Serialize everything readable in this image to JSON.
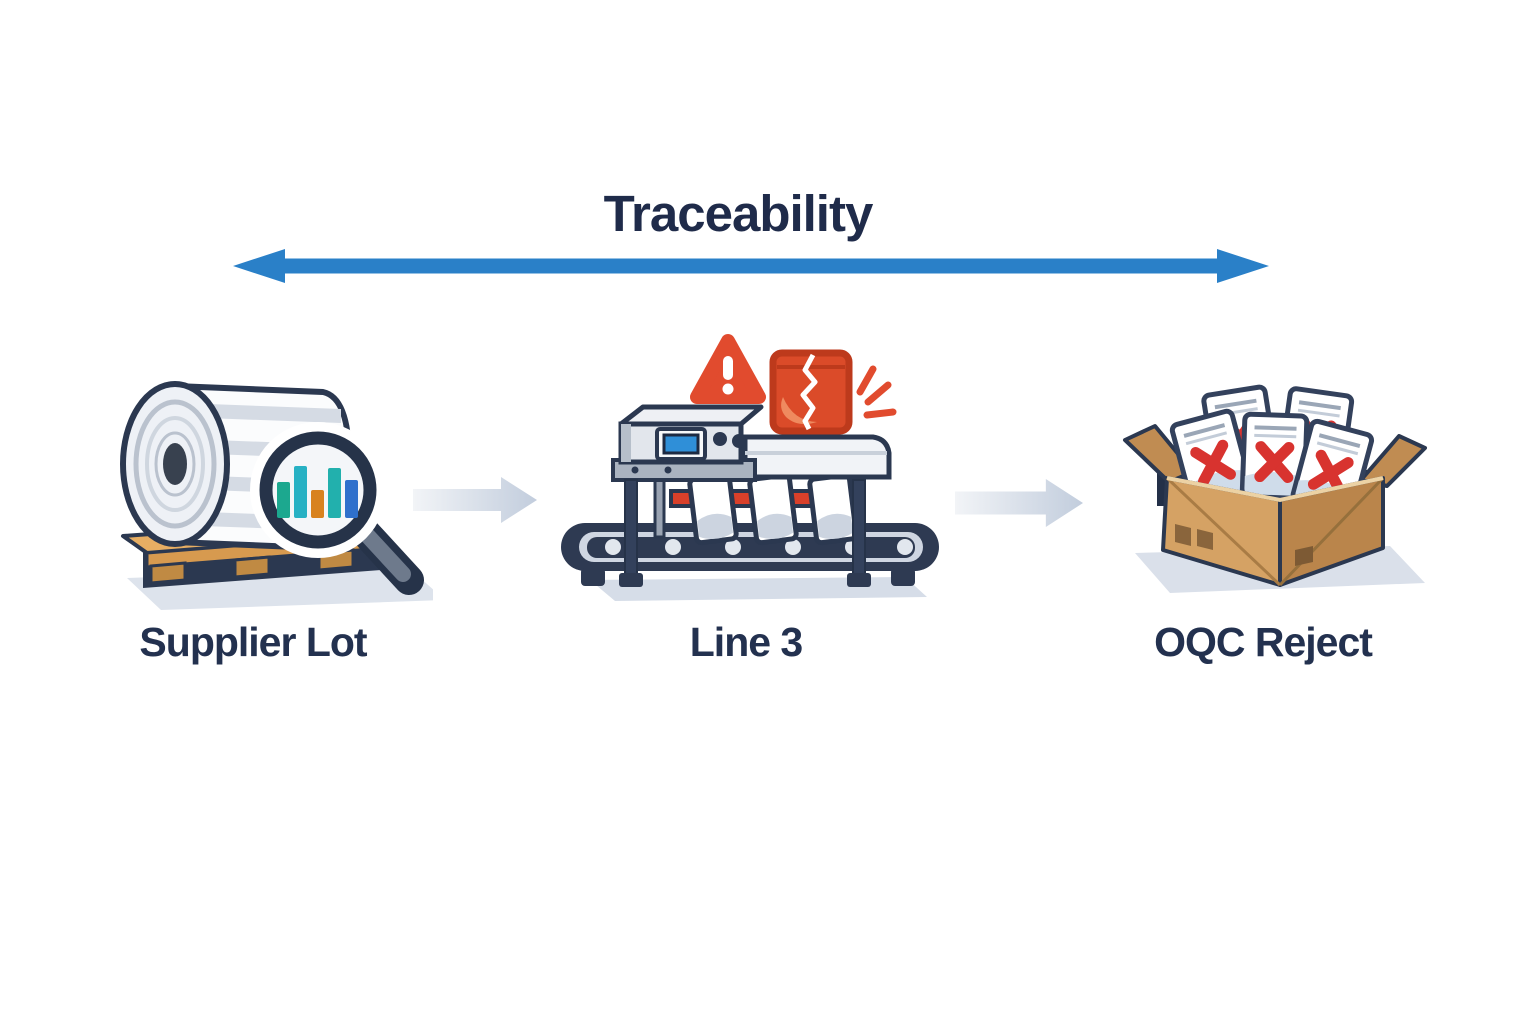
{
  "diagram": {
    "title": "Traceability",
    "stages": [
      {
        "label": "Supplier Lot",
        "icon": "supplier-roll-pallet-magnifier-icon"
      },
      {
        "label": "Line 3",
        "icon": "sealing-line-conveyor-icon"
      },
      {
        "label": "OQC Reject",
        "icon": "reject-box-documents-icon"
      }
    ],
    "alert_icons": [
      "warning-triangle-icon",
      "damaged-pouch-icon",
      "impact-marks-icon"
    ],
    "connectors": [
      {
        "type": "double-arrow",
        "name": "traceability-span-arrow",
        "color": "#2a80c8"
      },
      {
        "type": "flow-arrow",
        "from": "Supplier Lot",
        "to": "Line 3"
      },
      {
        "type": "flow-arrow",
        "from": "Line 3",
        "to": "OQC Reject"
      }
    ],
    "colors": {
      "text_navy": "#1f2b4a",
      "outline_navy": "#2b3850",
      "trace_arrow_blue": "#2a80c8",
      "flow_arrow_gray": "#c2cddd",
      "alert_red": "#e14b2e",
      "reject_x_red": "#d8332f",
      "cardboard_tan": "#cf9c5f",
      "pallet_tan": "#e7ae63",
      "screen_blue": "#2f8fd8",
      "conveyor_navy": "#2e3a52",
      "magnifier_bar_colors": [
        "#1ca88f",
        "#27b1c4",
        "#d8821f",
        "#22b0ad",
        "#2f70cc"
      ]
    }
  }
}
